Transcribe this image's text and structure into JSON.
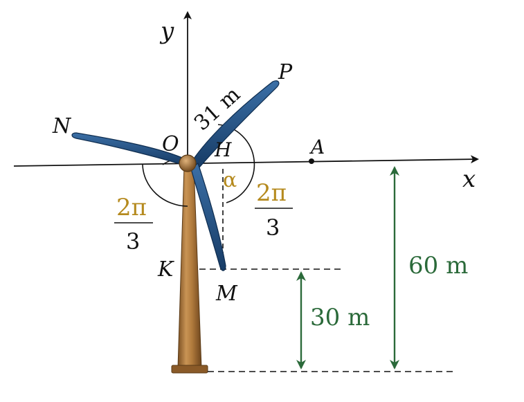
{
  "labels": {
    "y_axis": "y",
    "x_axis": "x",
    "origin": "O",
    "point_p": "P",
    "point_n": "N",
    "point_m": "M",
    "point_h": "H",
    "point_a": "A",
    "point_k": "K",
    "angle_alpha": "α",
    "blade_length": "31 m",
    "angle_left_num": "2π",
    "angle_left_den": "3",
    "angle_right_num": "2π",
    "angle_right_den": "3",
    "height_60": "60 m",
    "height_30": "30 m"
  },
  "colors": {
    "blade": "#1f4a7a",
    "blade_edge": "#0e2c4e",
    "tower": "#a8743a",
    "hub": "#8a5a28",
    "gold_text": "#b58a1e",
    "green_arrow": "#2b6a3a",
    "axis": "#111111"
  }
}
